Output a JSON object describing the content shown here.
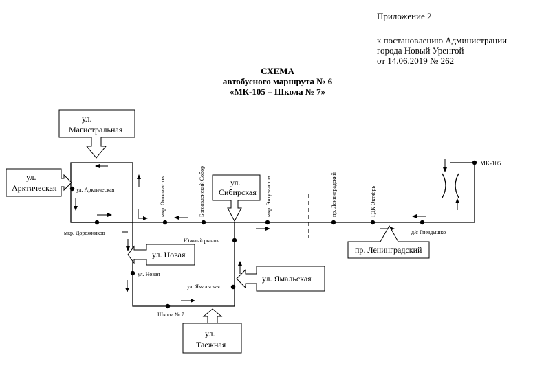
{
  "header": {
    "appendix": "Приложение 2",
    "line1": "к постановлению Администрации",
    "line2": "города Новый Уренгой",
    "line3": "от 14.06.2019  № 262"
  },
  "title": {
    "line1": "СХЕМА",
    "line2": "автобусного маршрута № 6",
    "line3": "«МК-105 – Школа № 7»"
  },
  "boxes": {
    "magistralnaya": [
      "ул.",
      "Магистральная"
    ],
    "arkticheskaya": [
      "ул.",
      "Арктическая"
    ],
    "sibirskaya": [
      "ул.",
      "Сибирская"
    ],
    "novaya": "ул. Новая",
    "yamalskaya": "ул. Ямальская",
    "taezhnaya": [
      "ул.",
      "Таежная"
    ],
    "leningradskiy": "пр. Ленинградский"
  },
  "stops": {
    "ul_arkticheskaya": "ул. Арктическая",
    "mkr_dorozhnikov": "мкр. Дорожников",
    "mkr_optimistov": "мкр. Оптимистов",
    "bogoyavlenskiy_sobor": "Богоявленский Собор",
    "mkr_entuziastov": "мкр. Энтузиастов",
    "pr_leningradskiy": "пр. Ленинградский",
    "gdk_oktyabr": "ГДК Октябрь",
    "ds_gnezdyshko": "д/с Гнездышко",
    "mk_105": "МК-105",
    "yuzhny_rynok": "Южный рынок",
    "ul_novaya": "ул. Новая",
    "ul_yamalskaya": "ул. Ямальская",
    "shkola_7": "Школа № 7"
  }
}
